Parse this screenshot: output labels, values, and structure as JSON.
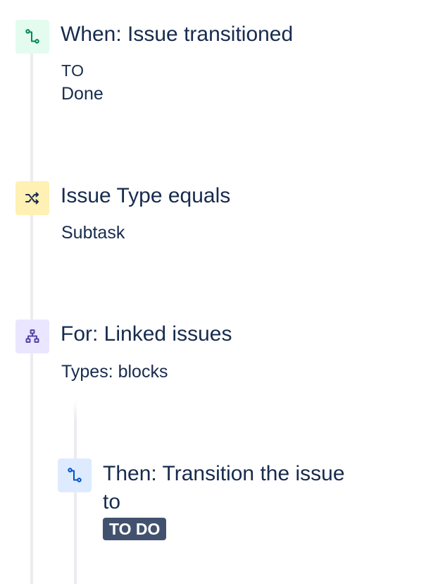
{
  "trigger": {
    "icon": "transition-icon",
    "title": "When: Issue transitioned",
    "to_label": "TO",
    "to_value": "Done",
    "color": "#00875a"
  },
  "condition": {
    "icon": "shuffle-icon",
    "title": "Issue Type equals",
    "value": "Subtask",
    "color": "#172b4d"
  },
  "branch": {
    "icon": "hierarchy-icon",
    "title": "For: Linked issues",
    "value": "Types: blocks",
    "color": "#5243aa"
  },
  "action": {
    "icon": "transition-icon",
    "title_line1": "Then: Transition the issue",
    "title_line2": "to",
    "status": "TO DO",
    "color": "#0052cc"
  }
}
